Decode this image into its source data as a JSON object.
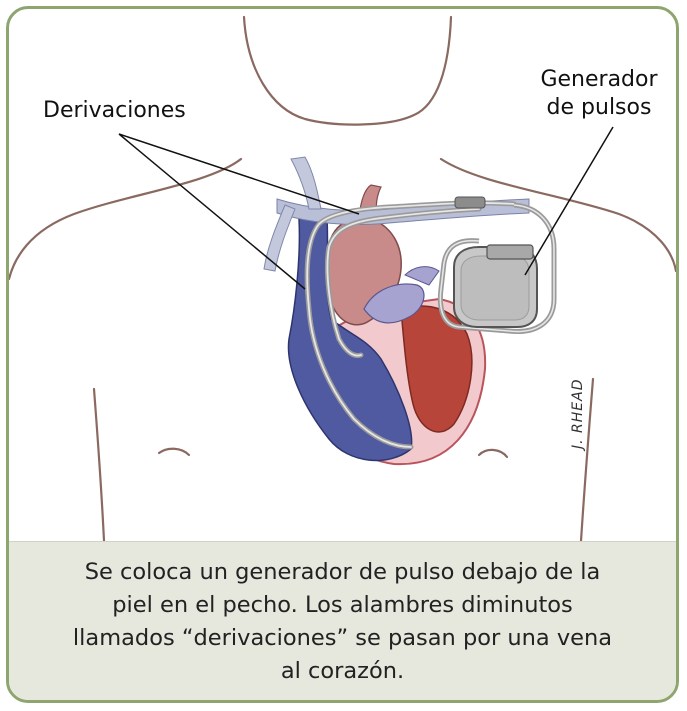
{
  "labels": {
    "leads": "Derivaciones",
    "generator_line1": "Generador",
    "generator_line2": "de pulsos"
  },
  "signature": "J. RHEAD",
  "caption": "Se coloca un generador de pulso debajo de la piel en el pecho. Los alambres diminutos llamados “derivaciones” se pasan por una vena al corazón.",
  "colors": {
    "border": "#8ea56f",
    "caption_bg": "#e6e8de",
    "body_outline": "#8a6a60",
    "vein_blue": "#4f5aa0",
    "artery_pink": "#c98a8a",
    "heart_red": "#b8453a",
    "generator_gray": "#c4c4c4"
  }
}
